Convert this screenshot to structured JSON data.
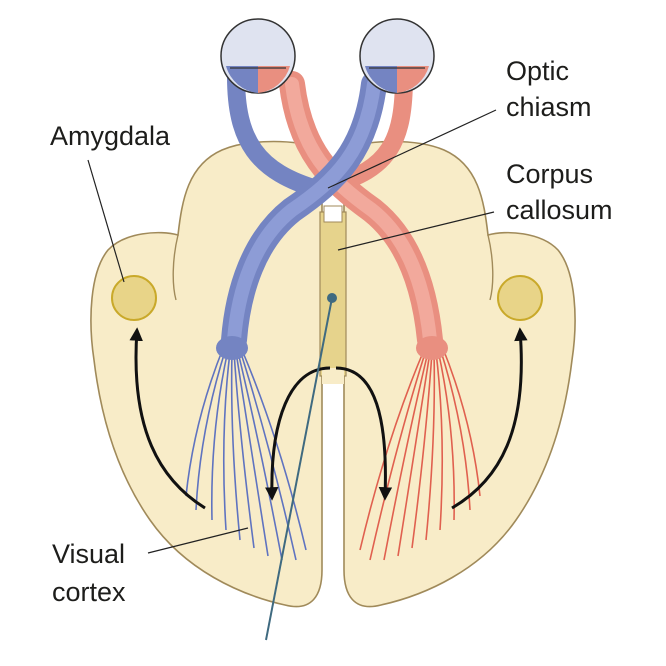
{
  "labels": {
    "optic_chiasm_line1": "Optic",
    "optic_chiasm_line2": "chiasm",
    "amygdala": "Amygdala",
    "corpus_callosum_line1": "Corpus",
    "corpus_callosum_line2": "callosum",
    "visual_cortex_line1": "Visual",
    "visual_cortex_line2": "cortex"
  },
  "colors": {
    "left_pathway": "#7484c2",
    "right_pathway": "#e98f80",
    "brain_fill": "#f8ecc8",
    "amygdala_fill": "#e8d488",
    "pointer": "#3f6a80"
  }
}
